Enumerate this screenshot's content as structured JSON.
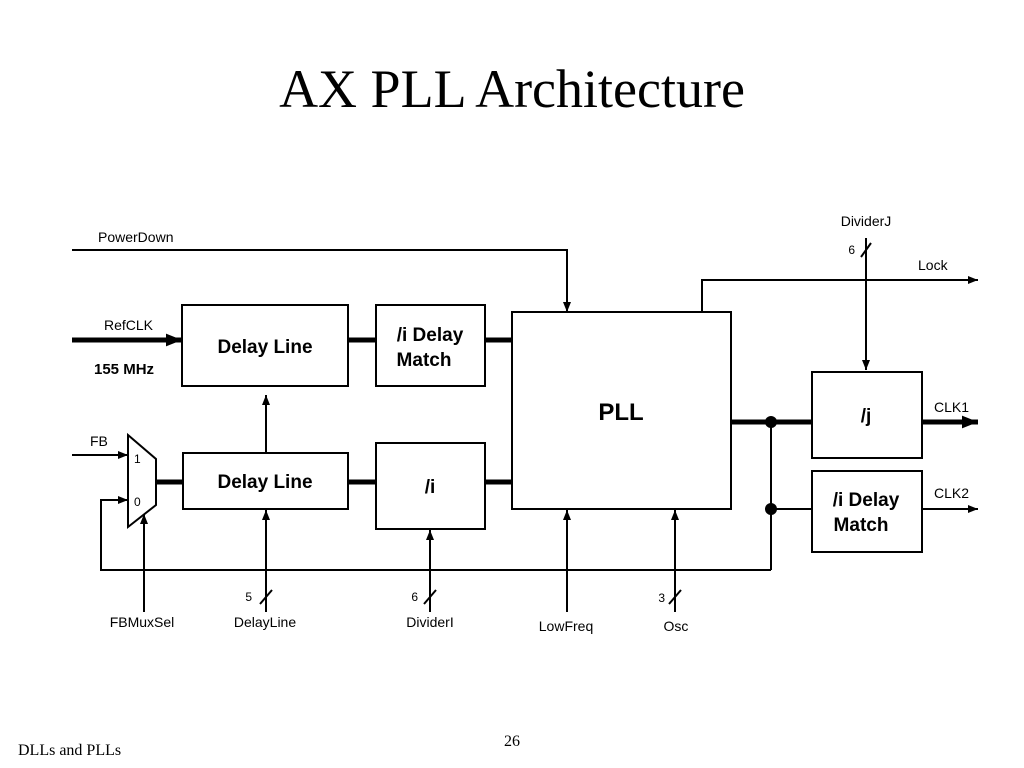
{
  "title": "AX PLL Architecture",
  "footer": {
    "left": "DLLs and PLLs",
    "page": "26"
  },
  "diagram": {
    "blocks": {
      "delay_line_top": "Delay Line",
      "delay_line_bottom": "Delay Line",
      "i_delay_match_top": [
        "/i Delay",
        "Match"
      ],
      "div_i": "/i",
      "pll": "PLL",
      "div_j": "/j",
      "i_delay_match_bottom": [
        "/i Delay",
        "Match"
      ]
    },
    "signals": {
      "power_down": "PowerDown",
      "ref_clk": "RefCLK",
      "ref_freq": "155 MHz",
      "fb": "FB",
      "mux_in_1": "1",
      "mux_in_0": "0",
      "fb_mux_sel": "FBMuxSel",
      "delay_line": "DelayLine",
      "delay_line_width": "5",
      "divider_i": "DividerI",
      "divider_i_width": "6",
      "low_freq": "LowFreq",
      "osc": "Osc",
      "osc_width": "3",
      "divider_j": "DividerJ",
      "divider_j_width": "6",
      "lock": "Lock",
      "clk1": "CLK1",
      "clk2": "CLK2"
    }
  }
}
